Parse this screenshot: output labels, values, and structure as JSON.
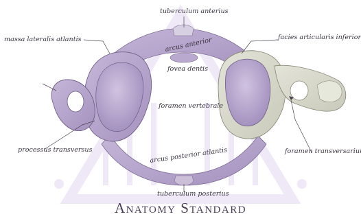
{
  "image": {
    "subject": "Atlas (C1) vertebra, inferior view",
    "colors": {
      "background": "#ffffff",
      "bone_highlight": "#b3a2c9",
      "bone_plain": "#d8d9cc",
      "watermark": "#e9dff3",
      "label_text": "#3a3440"
    }
  },
  "labels": {
    "tuberculum_anterius": "tuberculum anterius",
    "massa_lateralis": "massa lateralis atlantis",
    "facies_articularis": "facies articularis inferior",
    "arcus_anterior": "arcus anterior",
    "fovea_dentis": "fovea dentis",
    "foramen_vertebrale": "foramen vertebrale",
    "processus_transversus": "processus transversus",
    "foramen_transversarium": "foramen transversarium",
    "arcus_posterior": "arcus posterior atlantis",
    "tuberculum_posterius": "tuberculum posterius"
  },
  "brand": {
    "text": "Anatomy Standard"
  }
}
